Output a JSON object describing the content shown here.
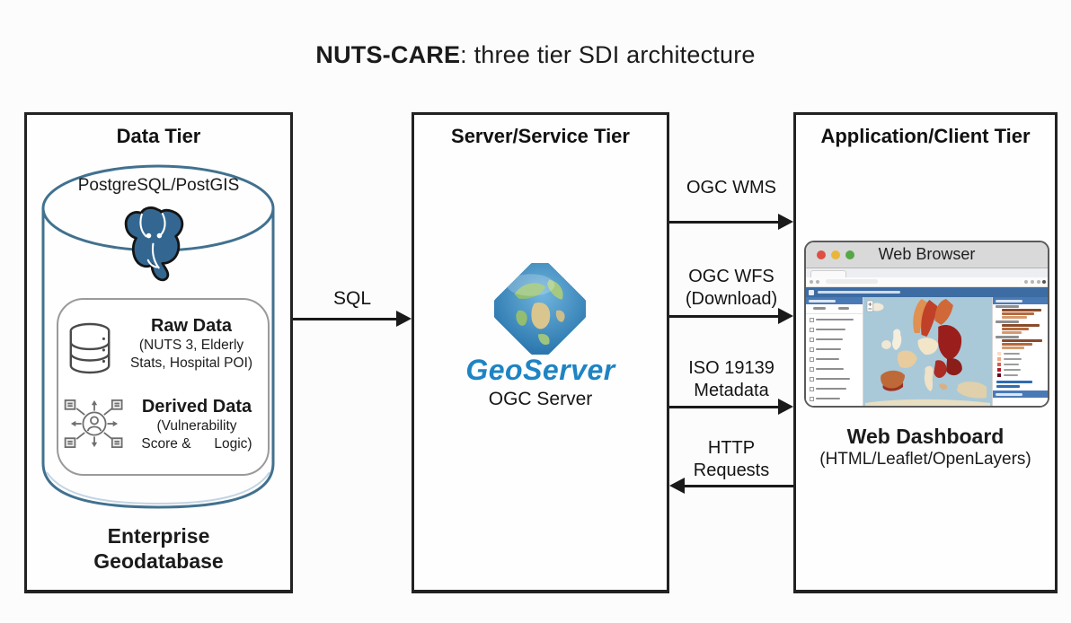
{
  "title": {
    "product": "NUTS-CARE",
    "suffix": ": three tier SDI architecture"
  },
  "data_tier": {
    "heading": "Data Tier",
    "database_label": "PostgreSQL/PostGIS",
    "raw_data": {
      "title": "Raw Data",
      "subtitle_line1": "(NUTS 3, Elderly",
      "subtitle_line2": "Stats, Hospital POI)"
    },
    "derived_data": {
      "title": "Derived Data",
      "subtitle_line1": "(Vulnerability",
      "subtitle_line2": "Score &      Logic)"
    },
    "caption_line1": "Enterprise",
    "caption_line2": "Geodatabase"
  },
  "server_tier": {
    "heading": "Server/Service Tier",
    "logo_text": "GeoServer",
    "caption": "OGC Server"
  },
  "client_tier": {
    "heading": "Application/Client Tier",
    "browser_title": "Web Browser",
    "caption_line1": "Web Dashboard",
    "caption_line2": "(HTML/Leaflet/OpenLayers)"
  },
  "connections": {
    "sql": {
      "label": "SQL",
      "direction": "right"
    },
    "wms": {
      "label": "OGC WMS",
      "direction": "right"
    },
    "wfs": {
      "label_line1": "OGC WFS",
      "label_line2": "(Download)",
      "direction": "right"
    },
    "metadata": {
      "label_line1": "ISO 19139",
      "label_line2": "Metadata",
      "direction": "right"
    },
    "http": {
      "label_line1": "HTTP",
      "label_line2": "Requests",
      "direction": "left"
    }
  },
  "icons": [
    "postgresql-elephant-icon",
    "database-stack-icon",
    "person-network-icon",
    "geoserver-globe-icon",
    "browser-traffic-lights",
    "europe-choropleth-map"
  ],
  "colors": {
    "postgres_blue": "#336791",
    "cylinder_outline": "#41718f",
    "geoserver_blue": "#1e84c4",
    "arrow_black": "#1a1a1a",
    "map_sea": "#a9c9d8",
    "traffic_red": "#dd4f44",
    "traffic_yellow": "#e8b73a",
    "traffic_green": "#57a747",
    "app_header_blue": "#3d6ca3"
  }
}
